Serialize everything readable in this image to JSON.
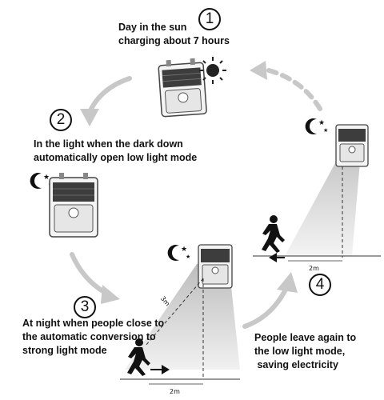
{
  "steps": [
    {
      "number": "1",
      "lines": [
        "Day in the sun",
        "charging about 7 hours"
      ]
    },
    {
      "number": "2",
      "lines": [
        "In the light when the dark down",
        "automatically open low light mode"
      ]
    },
    {
      "number": "3",
      "lines": [
        "At night when people close to",
        "the automatic conversion to",
        "strong light mode"
      ]
    },
    {
      "number": "4",
      "lines": [
        "People leave again to",
        "the low light mode,",
        " saving electricity"
      ]
    }
  ],
  "measurements": {
    "diagonal_distance": "3m",
    "floor_distance_step3": "2m",
    "floor_distance_step4": "2m"
  },
  "icons": [
    "sun-icon",
    "moon-stars-icon",
    "solar-lamp-icon",
    "running-person-icon",
    "cycle-arrow-icon"
  ],
  "colors": {
    "arrow": "#c8c8c8",
    "text": "#111111",
    "light_beam": "#d6d6d6"
  }
}
